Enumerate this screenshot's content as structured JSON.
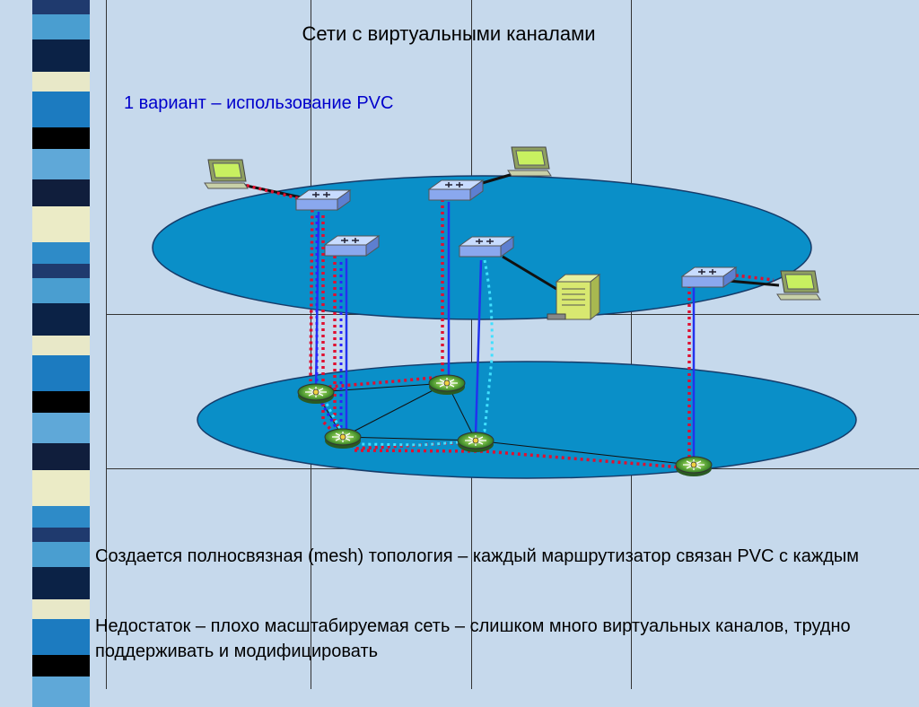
{
  "slide": {
    "title": "Сети с виртуальными каналами",
    "subtitle": "1 вариант – использование PVC",
    "paragraphs": [
      "Создается полносвязная (mesh) топология – каждый маршрутизатор связан PVC с каждым",
      "Недостаток – плохо масштабируемая сеть – слишком много виртуальных каналов, трудно поддерживать и модифицировать"
    ]
  },
  "colors": {
    "background": "#c6d9ec",
    "network_plane": "#0a8fc8",
    "pvc_red": "#e01030",
    "pvc_cyan": "#40e0ff",
    "link_blue": "#2233ee",
    "subtitle": "#0000cc"
  },
  "icons": {
    "switch": "router-switch-icon",
    "terminal": "computer-terminal-icon",
    "server": "server-icon",
    "backbone_node": "backbone-switch-icon"
  }
}
